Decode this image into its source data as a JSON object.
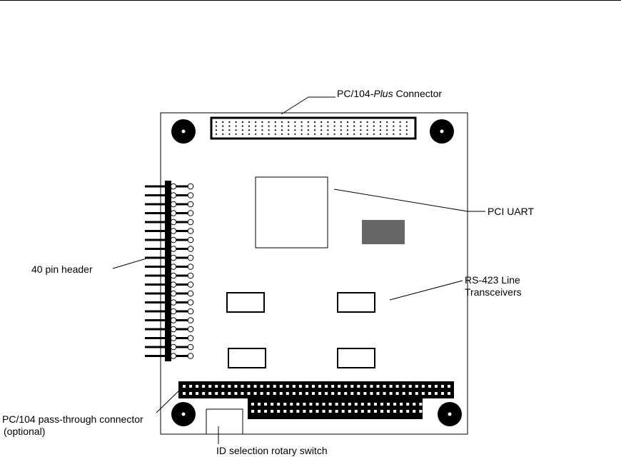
{
  "callouts": {
    "pc104_plus": {
      "prefix": "PC/104-",
      "italic": "Plus",
      "suffix": " Connector"
    },
    "pci_uart": "PCI UART",
    "rs423_line1": "RS-423 Line",
    "rs423_line2": "Transceivers",
    "pin_header": "40 pin header",
    "pc104_pass_line1": "PC/104 pass-through connector",
    "pc104_pass_line2": "(optional)",
    "id_switch": "ID selection rotary switch"
  },
  "header_pins": 20,
  "colors": {
    "board_outline": "#000000",
    "oscillator": "#666666",
    "ink": "#000000"
  }
}
